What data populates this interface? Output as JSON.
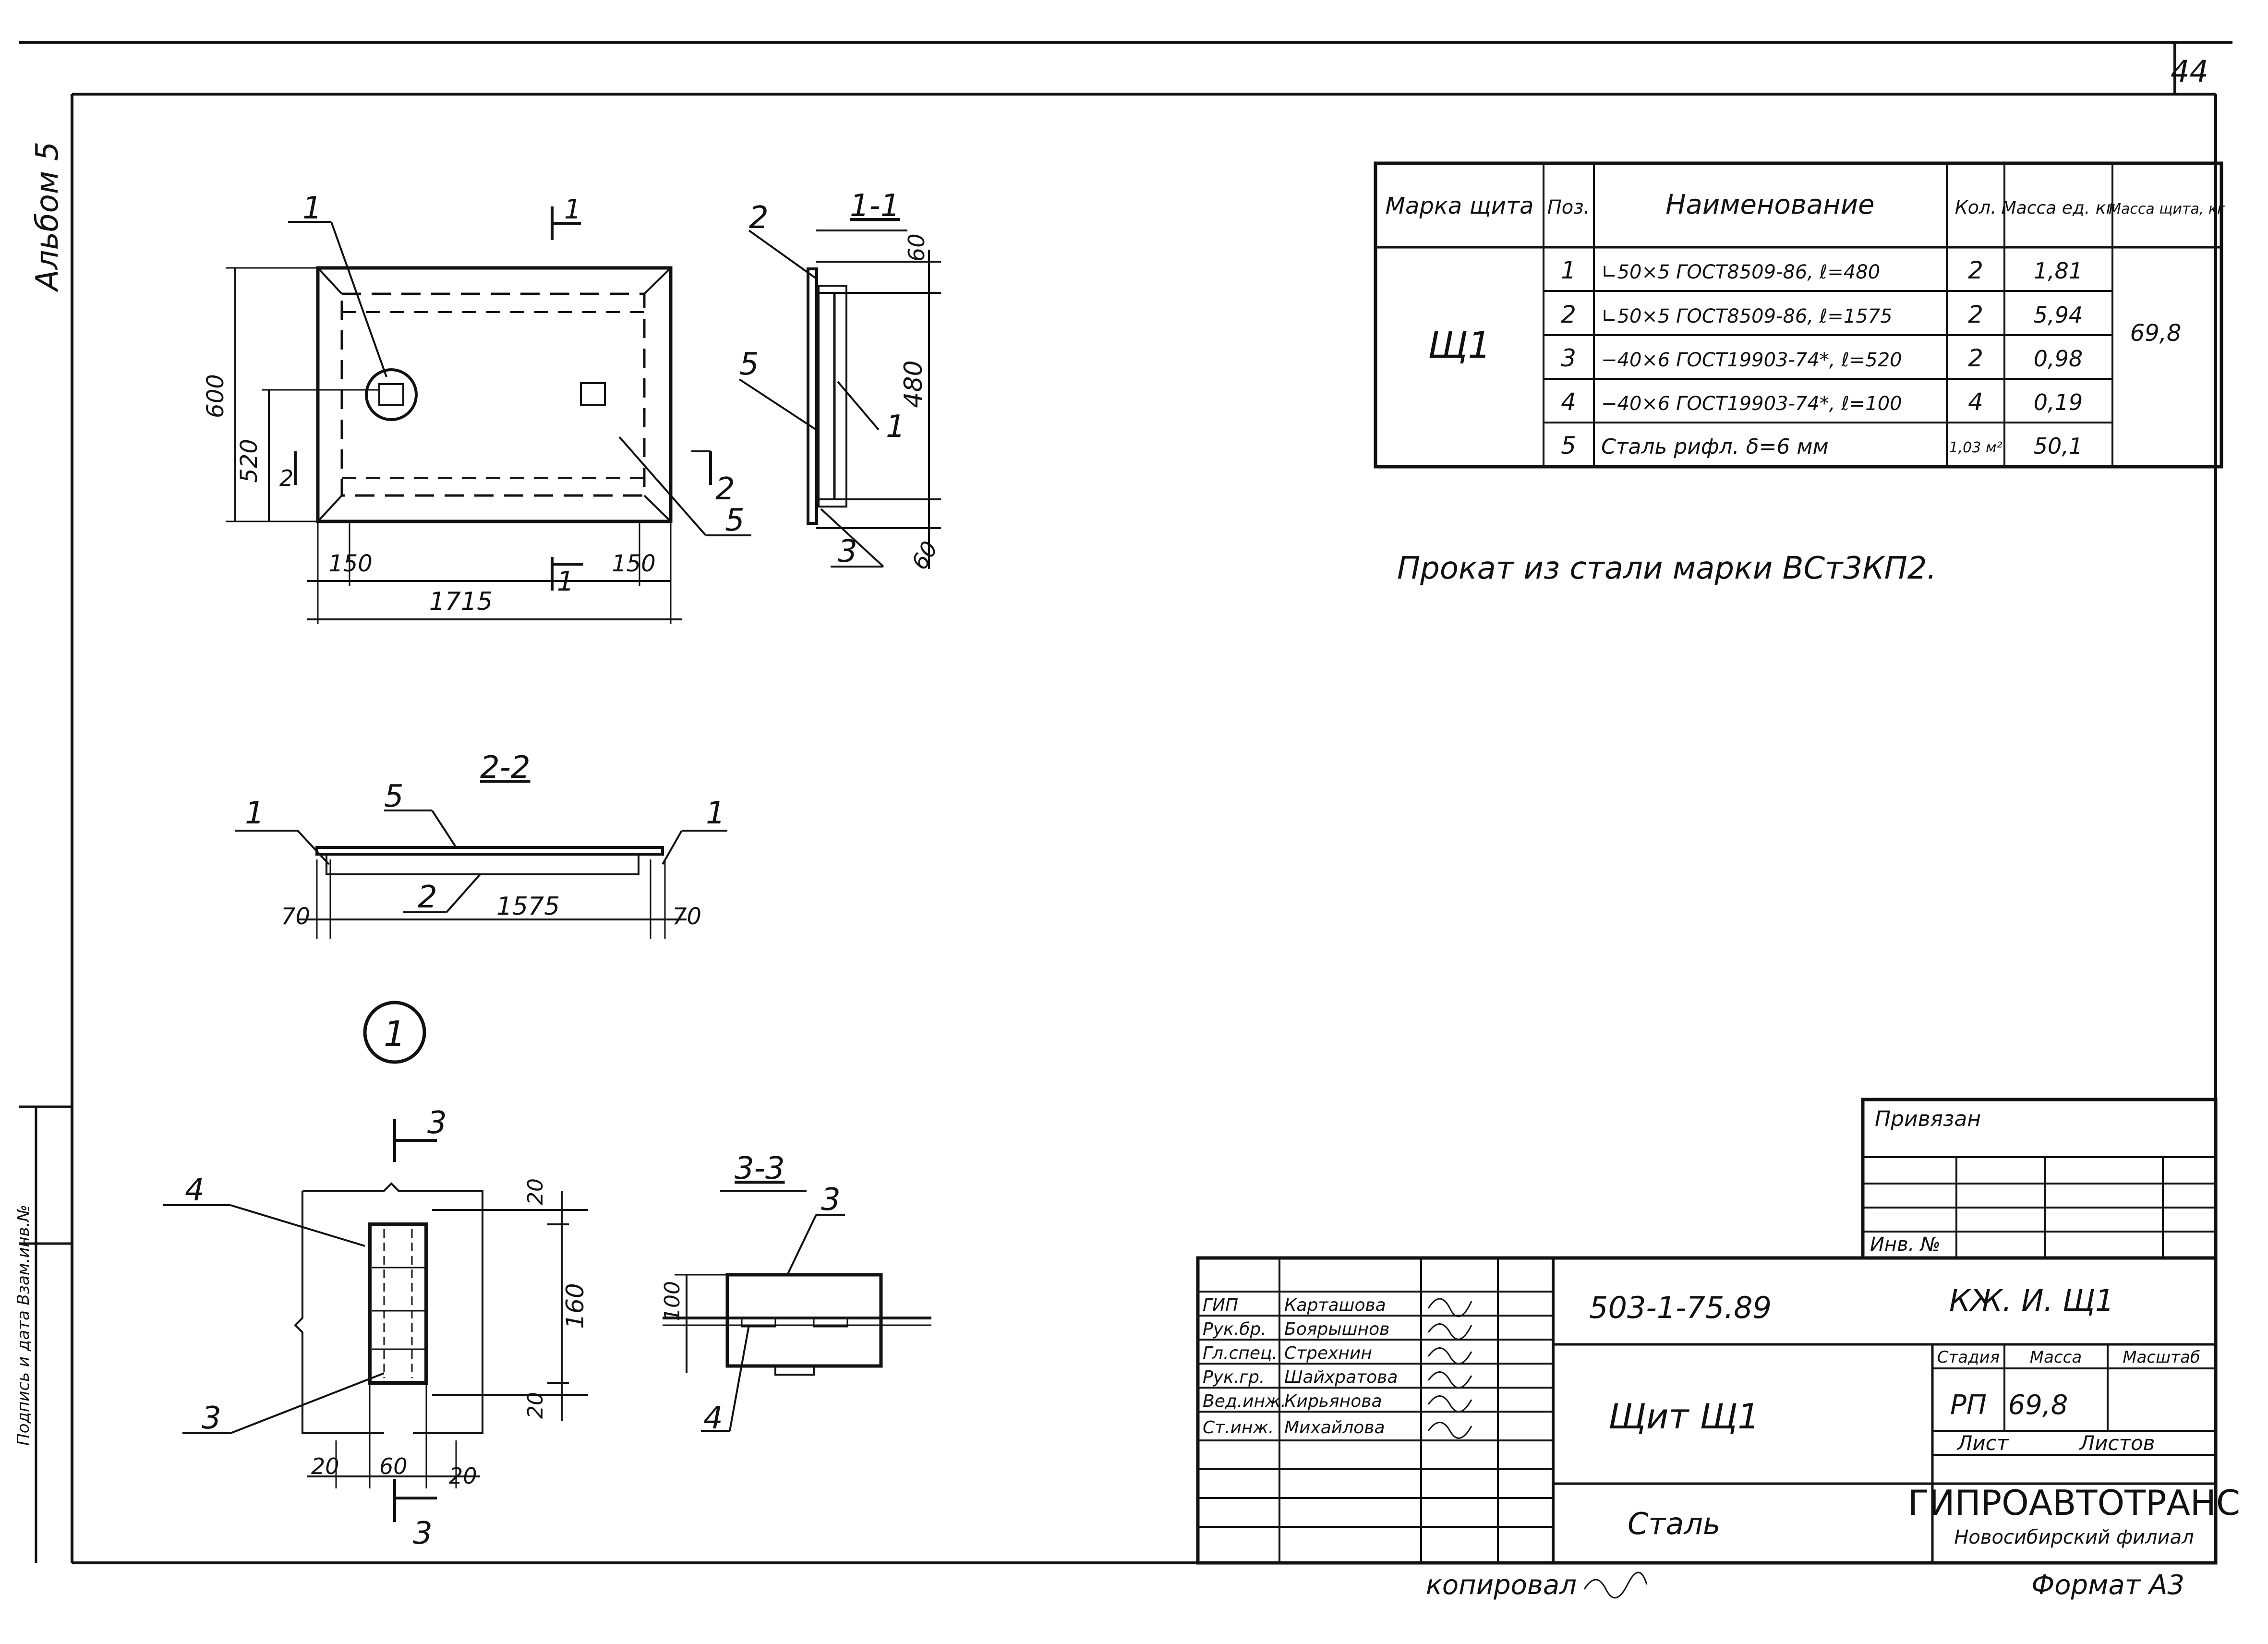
{
  "sheet_number": "44",
  "album_label": "Альбом 5",
  "side_strip_label": "Подпись и дата Взам.инв.№",
  "section_labels": {
    "s11": "1-1",
    "s22": "2-2",
    "s33": "3-3",
    "node": "1"
  },
  "plan_view": {
    "dims": {
      "width": "1715",
      "height": "600",
      "inner_h": "520",
      "left_off": "150",
      "right_off": "150"
    },
    "callouts": [
      "1",
      "5",
      "2",
      "2",
      "1",
      "1"
    ]
  },
  "section_1_1": {
    "dims": {
      "top": "60",
      "mid": "480",
      "bot": "60"
    },
    "callouts": [
      "2",
      "5",
      "1",
      "3"
    ]
  },
  "section_2_2": {
    "dims": {
      "left": "70",
      "mid": "1575",
      "right": "70"
    },
    "callouts": [
      "1",
      "5",
      "1",
      "2"
    ]
  },
  "node_1": {
    "dims": {
      "t": "20",
      "h": "160",
      "b": "20",
      "bl": "20",
      "bm": "60",
      "br": "20"
    },
    "callouts": [
      "4",
      "3",
      "3",
      "3"
    ]
  },
  "section_3_3": {
    "dims": {
      "h": "100"
    },
    "callouts": [
      "3",
      "4"
    ]
  },
  "spec_table": {
    "headers": [
      "Марка щита",
      "Поз.",
      "Наименование",
      "Кол.",
      "Масса ед. кг",
      "Масса щита, кг"
    ],
    "mark": "Щ1",
    "shield_mass": "69,8",
    "rows": [
      {
        "pos": "1",
        "name": "∟50×5 ГОСТ8509-86, ℓ=480",
        "qty": "2",
        "mass": "1,81"
      },
      {
        "pos": "2",
        "name": "∟50×5 ГОСТ8509-86, ℓ=1575",
        "qty": "2",
        "mass": "5,94"
      },
      {
        "pos": "3",
        "name": "−40×6 ГОСТ19903-74*, ℓ=520",
        "qty": "2",
        "mass": "0,98"
      },
      {
        "pos": "4",
        "name": "−40×6 ГОСТ19903-74*, ℓ=100",
        "qty": "4",
        "mass": "0,19"
      },
      {
        "pos": "5",
        "name": "Сталь рифл. δ=6 мм",
        "qty": "1,03 м²",
        "mass": "50,1"
      }
    ]
  },
  "note": "Прокат из стали марки ВСт3КП2.",
  "stamp": {
    "privyazan": "Привязан",
    "inv_no": "Инв. №",
    "code": "503-1-75.89",
    "doc_code": "КЖ. И. Щ1",
    "title": "Щит Щ1",
    "material": "Сталь",
    "stage_header": "Стадия",
    "mass_header": "Масса",
    "scale_header": "Масштаб",
    "stage": "РП",
    "mass": "69,8",
    "sheet_header": "Лист",
    "sheets_header": "Листов",
    "org": "ГИПРОАВТОТРАНС",
    "branch": "Новосибирский филиал",
    "people": [
      {
        "role": "ГИП",
        "name": "Карташова"
      },
      {
        "role": "Рук.бр.",
        "name": "Боярышнов"
      },
      {
        "role": "Гл.спец.",
        "name": "Стрехнин"
      },
      {
        "role": "Рук.гр.",
        "name": "Шайхратова"
      },
      {
        "role": "Вед.инж.",
        "name": "Кирьянова"
      },
      {
        "role": "Ст.инж.",
        "name": "Михайлова"
      }
    ]
  },
  "copied": "копировал",
  "format": "Формат А3"
}
